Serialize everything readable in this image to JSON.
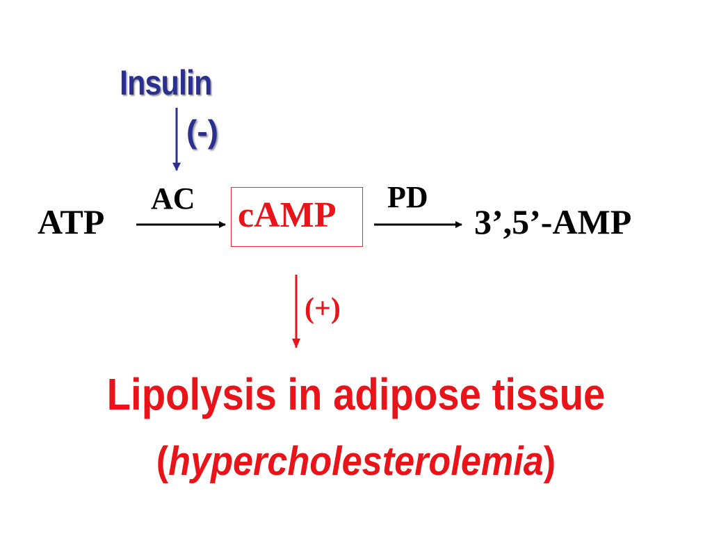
{
  "colors": {
    "insulin_blue": "#2b2f8f",
    "accent_red": "#e8141a",
    "text_black": "#000000"
  },
  "regulator": {
    "name": "Insulin",
    "effect": "(-)"
  },
  "pathway": {
    "substrate": "ATP",
    "enzyme1": "AC",
    "intermediate": "cAMP",
    "enzyme2": "PD",
    "product": "3’,5’-AMP"
  },
  "outcome": {
    "effect": "(+)",
    "line1": "Lipolysis in adipose tissue",
    "line2_open": "(",
    "line2_italic": "hypercholesterolemia",
    "line2_close": ")"
  }
}
